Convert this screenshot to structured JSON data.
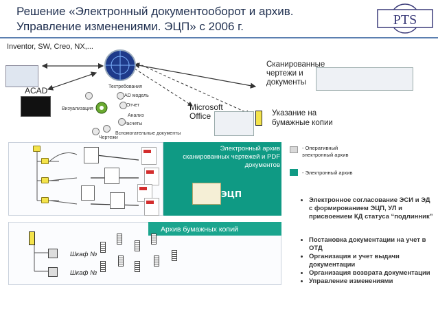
{
  "title": {
    "line1": "Решение «Электронный документооборот и архив.",
    "line2": "Управление изменениями. ЭЦП» с 2006 г."
  },
  "logo": {
    "text": "PTS"
  },
  "nodes": {
    "cad": "Inventor, SW, Creo, NX,...",
    "acad": "ACAD",
    "scanned": "Сканированные чертежи и документы",
    "ms_office": "Microsoft Office",
    "paper_ref": "Указание на бумажные копии"
  },
  "hub_labels": {
    "tech_req": "Техтребования",
    "cad_model": "CAD модель",
    "visualization": "Визуализация",
    "report": "Отчет",
    "analysis": "Анализ",
    "calc": "Расчеты",
    "drawings": "Чертежи",
    "aux_docs": "Вспомогательные документы"
  },
  "archive": {
    "title": "Электронный архив сканированных чертежей и PDF документов",
    "ecp": "ЭЦП",
    "paper_title": "Архив бумажных копий",
    "cabinet_1": "Шкаф №",
    "cabinet_2": "Шкаф №"
  },
  "legend": {
    "operational": "- Оперативный электронный архив",
    "electronic": "- Электронный архив"
  },
  "colors": {
    "teal": "#0f9a84",
    "navy": "#1f2f4f",
    "legend_gray": "#d9d9d9"
  },
  "bullets": [
    "Электронное согласование ЭСИ и ЭД с формированием ЭЦП, УЛ и присвоением КД статуса “подлинник”",
    "Постановка документации на учет в ОТД",
    "Организация и учет выдачи документации",
    "Организация возврата документации",
    "Управление изменениями"
  ]
}
